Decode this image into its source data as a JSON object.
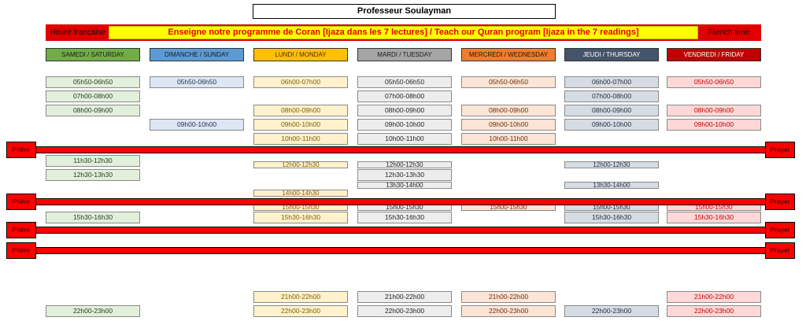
{
  "title": "Professeur Soulayman",
  "banner": {
    "left": "Heure française",
    "main": "Enseigne notre programme de Coran [Ijaza dans les 7 lectures] / Teach our Quran program [Ijaza in the 7 readings]",
    "right": "French time"
  },
  "prayer": {
    "left": "Prière",
    "right": "Prayer"
  },
  "days": [
    {
      "label": "SAMEDI / SATURDAY",
      "head_bg": "#70ad47",
      "head_fg": "#1a1a1a",
      "slot_bg": "#e2efda",
      "slot_fg": "#1f3a1f",
      "slots": [
        "05h50-06h50",
        "07h00-08h00",
        "08h00-09h00",
        "11h30-12h30",
        "12h30-13h30",
        "15h30-16h30",
        "22h00-23h00"
      ]
    },
    {
      "label": "DIMANCHE / SUNDAY",
      "head_bg": "#5b9bd5",
      "head_fg": "#1a1a1a",
      "slot_bg": "#dde6f3",
      "slot_fg": "#1f2f4a",
      "slots": [
        "05h50-06h50",
        "09h00-10h00"
      ]
    },
    {
      "label": "LUNDI / MONDAY",
      "head_bg": "#ffc000",
      "head_fg": "#4a3000",
      "slot_bg": "#fff2cc",
      "slot_fg": "#7f5f00",
      "slots": [
        "06h00-07h00",
        "08h00-09h00",
        "09h00-10h00",
        "10h00-11h00",
        "12h00-12h30",
        "14h00-14h30",
        "15h00-15h30",
        "15h30-16h30",
        "21h00-22h00",
        "22h00-23h00"
      ]
    },
    {
      "label": "MARDI / TUESDAY",
      "head_bg": "#a5a5a5",
      "head_fg": "#1a1a1a",
      "slot_bg": "#ededed",
      "slot_fg": "#222222",
      "slots": [
        "05h50-06h50",
        "07h00-08h00",
        "08h00-09h00",
        "09h00-10h00",
        "10h00-11h00",
        "12h00-12h30",
        "12h30-13h30",
        "13h30-14h00",
        "15h00-15h30",
        "15h30-16h30",
        "21h00-22h00",
        "22h00-23h00"
      ]
    },
    {
      "label": "MERCREDI / WEDNESDAY",
      "head_bg": "#ed7d31",
      "head_fg": "#2a1400",
      "slot_bg": "#fce4d6",
      "slot_fg": "#6b2e0a",
      "slots": [
        "05h50-06h50",
        "08h00-09h00",
        "09h00-10h00",
        "10h00-11h00",
        "15h00-15h30",
        "21h00-22h00",
        "22h00-23h00"
      ]
    },
    {
      "label": "JEUDI / THURSDAY",
      "head_bg": "#44546a",
      "head_fg": "#ffffff",
      "slot_bg": "#d6dce4",
      "slot_fg": "#1f2a3a",
      "slots": [
        "06h00-07h00",
        "07h00-08h00",
        "08h00-09h00",
        "09h00-10h00",
        "12h00-12h30",
        "13h30-14h00",
        "15h00-15h30",
        "15h30-16h30",
        "22h00-23h00"
      ]
    },
    {
      "label": "VENDREDI / FRIDAY",
      "head_bg": "#c00000",
      "head_fg": "#ffffff",
      "slot_bg": "#ffd7d7",
      "slot_fg": "#c00000",
      "slots": [
        "05h50-06h50",
        "08h00-09h00",
        "09h00-10h00",
        "15h00-15h30",
        "15h30-16h30",
        "21h00-22h00",
        "22h00-23h00"
      ]
    }
  ]
}
